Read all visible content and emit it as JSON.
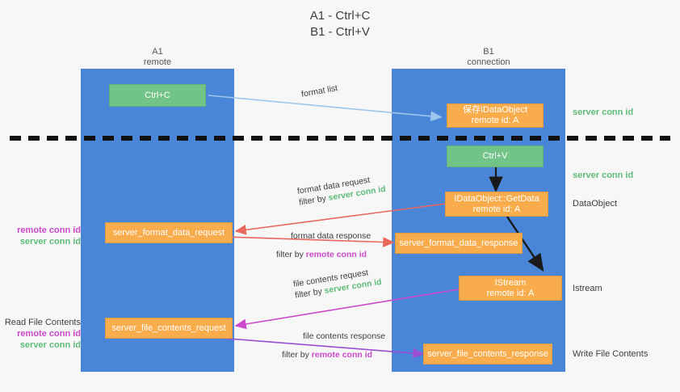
{
  "title": {
    "line1": "A1 - Ctrl+C",
    "line2": "B1 - Ctrl+V"
  },
  "lanes": [
    {
      "name": "A1",
      "sub": "remote"
    },
    {
      "name": "B1",
      "sub": "connection"
    }
  ],
  "boxes": {
    "ctrl_c": {
      "line1": "Ctrl+C"
    },
    "ctrl_v": {
      "line1": "Ctrl+V"
    },
    "idataobject_top": {
      "line1": "保存IDataObject",
      "line2": "remote id: A"
    },
    "getdata": {
      "line1": "IDataObject::GetData",
      "line2": "remote id: A"
    },
    "istream": {
      "line1": "IStream",
      "line2": "remote id: A"
    },
    "format_data_request": {
      "line1": "server_format_data_request"
    },
    "format_data_response": {
      "line1": "server_format_data_response"
    },
    "file_contents_request": {
      "line1": "server_file_contents_request"
    },
    "file_contents_response": {
      "line1": "server_file_contents_response"
    }
  },
  "edge_labels": {
    "format_list": "format list",
    "format_data_request_l1": "format data request",
    "format_data_request_filter_prefix": "filter by ",
    "format_data_request_filter_key": "server conn id",
    "format_data_response_l1": "format data response",
    "format_data_response_filter_prefix": "filter by ",
    "format_data_response_filter_key": "remote conn id",
    "file_contents_request_l1": "file contents request",
    "file_contents_request_filter_prefix": "filter by ",
    "file_contents_request_filter_key": "server conn id",
    "file_contents_response_l1": "file contents response",
    "file_contents_response_filter_prefix": "filter by ",
    "file_contents_response_filter_key": "remote conn id"
  },
  "right_notes": {
    "server_conn_id_top": "server conn id",
    "server_conn_id_mid": "server conn id",
    "dataobject": "DataObject",
    "istream": "Istream",
    "write_file_contents": "Write File Contents"
  },
  "left_notes": {
    "remote_conn_id_1": "remote conn id",
    "server_conn_id_1": "server conn id",
    "read_file_contents": "Read File Contents",
    "remote_conn_id_2": "remote conn id",
    "server_conn_id_2": "server conn id"
  },
  "colors": {
    "lane": "#4a86d8",
    "green_box": "#72c387",
    "orange_box": "#f9ac4c",
    "green_text": "#5fbb7a",
    "magenta_text": "#cc49cc",
    "blue_arrow": "#9fc6ec",
    "red_arrow": "#e8685d",
    "magenta_arrow": "#cc49cc",
    "purple_arrow": "#9b4fd1",
    "black": "#1a1a1a",
    "background": "#f7f7f7"
  }
}
